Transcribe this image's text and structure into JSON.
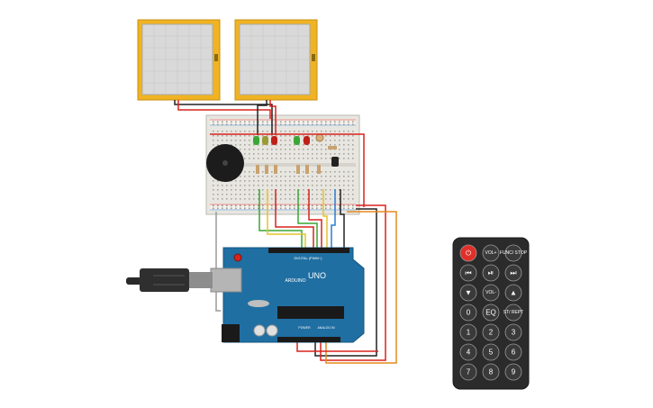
{
  "circuit": {
    "arduino": {
      "logo": "ARDUINO",
      "model": "UNO",
      "digital_label": "DIGITAL (PWM~)",
      "analog_label": "ANALOG IN",
      "power_label": "POWER"
    },
    "colors": {
      "board": "#1f6fa3",
      "lcd_frame": "#f0b323",
      "lcd_screen": "#d9d9d9",
      "breadboard": "#e8e6e1",
      "wire_red": "#d9231d",
      "wire_black": "#222222",
      "wire_green": "#3aa635",
      "wire_yellow": "#e6c428",
      "wire_orange": "#e58a1f",
      "wire_blue": "#2a7fd4",
      "wire_gray": "#9a9a9a",
      "remote_body": "#2b2b2b"
    }
  },
  "remote": {
    "rows": [
      [
        {
          "name": "power",
          "label": "⏻",
          "color": "#e0302a",
          "icon": "power-icon"
        },
        {
          "name": "vol-up",
          "label": "VOL+",
          "small": true
        },
        {
          "name": "func-stop",
          "label": "FUNC/ STOP",
          "small": true
        }
      ],
      [
        {
          "name": "rewind",
          "label": "⏮",
          "icon": "rewind-icon"
        },
        {
          "name": "play-pause",
          "label": "⏯",
          "icon": "play-pause-icon"
        },
        {
          "name": "fast-forward",
          "label": "⏭",
          "icon": "fast-forward-icon"
        }
      ],
      [
        {
          "name": "down",
          "label": "▼",
          "icon": "down-arrow-icon"
        },
        {
          "name": "vol-down",
          "label": "VOL-",
          "small": true
        },
        {
          "name": "up",
          "label": "▲",
          "icon": "up-arrow-icon"
        }
      ],
      [
        {
          "name": "0",
          "label": "0"
        },
        {
          "name": "eq",
          "label": "EQ"
        },
        {
          "name": "st-rept",
          "label": "ST/ REPT",
          "small": true
        }
      ],
      [
        {
          "name": "1",
          "label": "1"
        },
        {
          "name": "2",
          "label": "2"
        },
        {
          "name": "3",
          "label": "3"
        }
      ],
      [
        {
          "name": "4",
          "label": "4"
        },
        {
          "name": "5",
          "label": "5"
        },
        {
          "name": "6",
          "label": "6"
        }
      ],
      [
        {
          "name": "7",
          "label": "7"
        },
        {
          "name": "8",
          "label": "8"
        },
        {
          "name": "9",
          "label": "9"
        }
      ]
    ]
  }
}
